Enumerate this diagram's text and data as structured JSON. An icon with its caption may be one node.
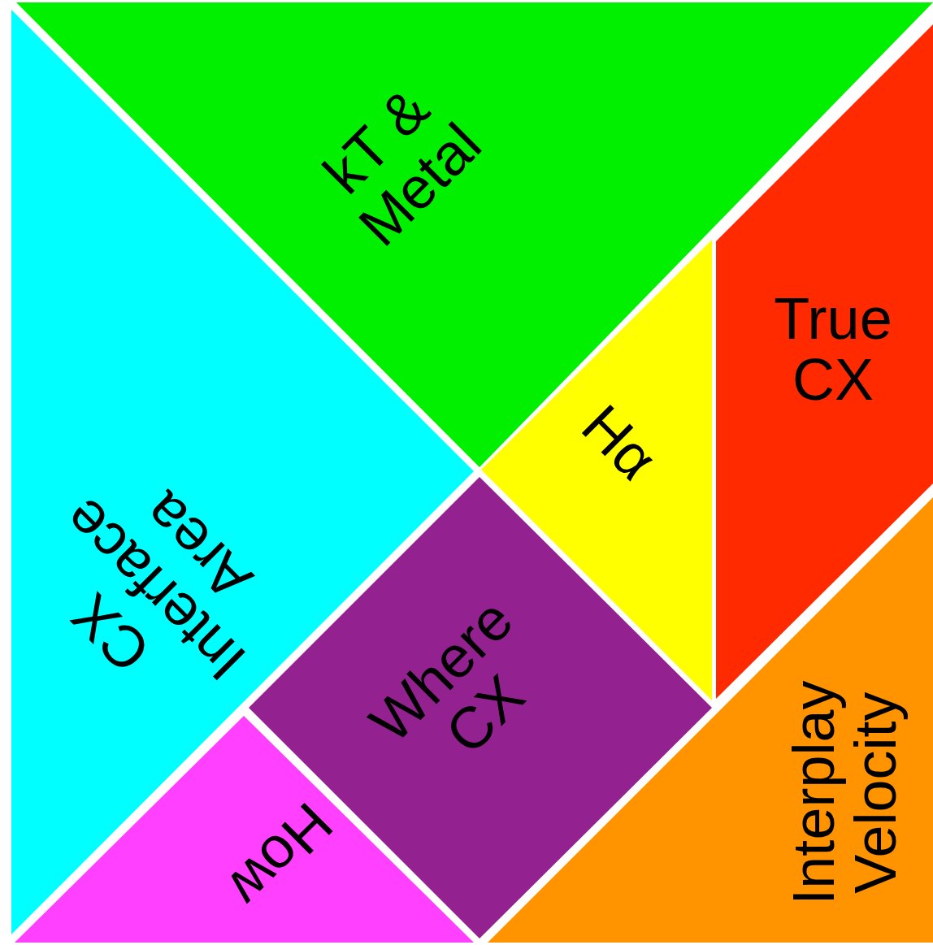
{
  "diagram": {
    "nodes": [
      {
        "text": [
          "kT & Metal"
        ]
      },
      {
        "text": [
          "CX Interface Area"
        ]
      },
      {
        "text": [
          "True CX"
        ]
      },
      {
        "text": [
          "Hα"
        ]
      },
      {
        "text": [
          "Where CX"
        ]
      },
      {
        "text": [
          "How"
        ]
      },
      {
        "text": [
          "Interplay Velocity"
        ]
      }
    ]
  }
}
